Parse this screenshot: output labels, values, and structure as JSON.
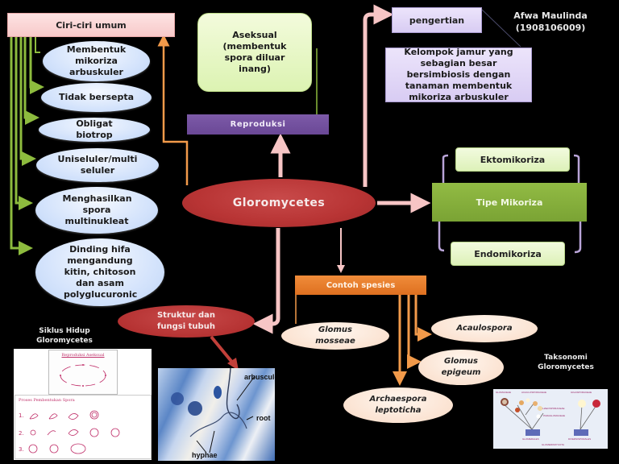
{
  "diagram": {
    "central_topic": "Gloromycetes",
    "author": {
      "name": "Afwa Maulinda",
      "id": "(1908106009)"
    },
    "ciri_ciri": {
      "header": "Ciri-ciri umum",
      "items": [
        "Membentuk mikoriza arbuskuler",
        "Tidak bersepta",
        "Obligat biotrop",
        "Uniseluler/multi seluler",
        "Menghasilkan spora multinukleat",
        "Dinding hifa mengandung kitin, chitoson dan asam polyglucuronic"
      ]
    },
    "reproduksi": {
      "label": "Reproduksi",
      "detail_title": "Aseksual",
      "detail_text": "(membentuk spora diluar inang)"
    },
    "pengertian": {
      "label": "pengertian",
      "definition": "Kelompok jamur yang sebagian besar bersimbiosis dengan tanaman membentuk mikoriza arbuskuler"
    },
    "tipe_mikoriza": {
      "label": "Tipe Mikoriza",
      "types": [
        "Ektomikoriza",
        "Endomikoriza"
      ]
    },
    "contoh_spesies": {
      "label": "Contoh spesies",
      "species": [
        "Glomus mosseae",
        "Acaulospora",
        "Glomus epigeum",
        "Archaespora leptoticha"
      ]
    },
    "struktur": {
      "label": "Struktur dan fungsi tubuh",
      "micrograph_labels": [
        "arbuscules",
        "root",
        "hyphae"
      ]
    },
    "siklus_hidup": {
      "caption": "Siklus Hidup Gloromycetes",
      "sketch_title_top": "Reproduksi Aseksual",
      "sketch_title_bottom": "Proses Pembentukan Spora",
      "step_numbers": [
        "1.",
        "2.",
        "3."
      ]
    },
    "taksonomi": {
      "caption": "Taksonomi Gloromycetes",
      "families": [
        "GLOMACEAE",
        "ACAULOSPORACEAE",
        "GIGASPORACEAE",
        "ARCHAEOSPORACEAE",
        "PARAGLOMACEAE"
      ],
      "orders": [
        "GLOMERALES",
        "DIVERSISPORALES"
      ],
      "phylum": "GLOMEROMYCOTA"
    }
  },
  "colors": {
    "background": "#000000",
    "central": "#b83434",
    "ciri_header": "#f7c9c9",
    "ciri_items": "#cfe0fb",
    "green_connector": "#8dbb3e",
    "reproduksi": "#6e4c9a",
    "aseksual": "#e2f5bd",
    "pengertian": "#dfd4f5",
    "tipe_mikoriza": "#84ad3a",
    "contoh_spesies": "#e87b2a",
    "species_items": "#fbe3d2",
    "pink_arrow": "#f7c5c5",
    "orange_arrow": "#f29a4a"
  }
}
